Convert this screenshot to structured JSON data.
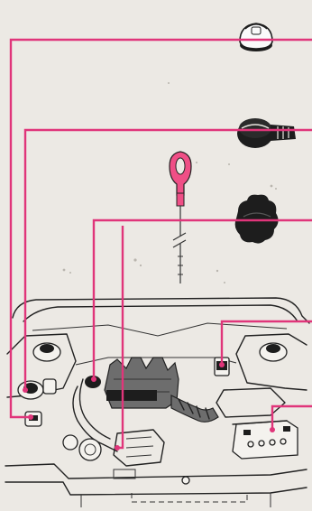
{
  "diagram": {
    "palette": {
      "background": "#ece9e4",
      "leader_line": "#e0357a",
      "outline": "#222222",
      "engine_grey": "#6d6d6d"
    },
    "callouts": [
      {
        "id": "coolant-reservoir-cap",
        "icon": "coolant-cap-icon"
      },
      {
        "id": "power-steering-reservoir-cap",
        "icon": "reservoir-cap-icon"
      },
      {
        "id": "engine-oil-dipstick",
        "icon": "dipstick-icon"
      },
      {
        "id": "engine-oil-filler-cap",
        "icon": "oil-filler-cap-icon"
      },
      {
        "id": "brake-fluid-reservoir",
        "icon": "brake-reservoir-icon"
      },
      {
        "id": "battery",
        "icon": "battery-icon"
      },
      {
        "id": "washer-reservoir",
        "icon": "washer-reservoir-icon"
      }
    ]
  }
}
